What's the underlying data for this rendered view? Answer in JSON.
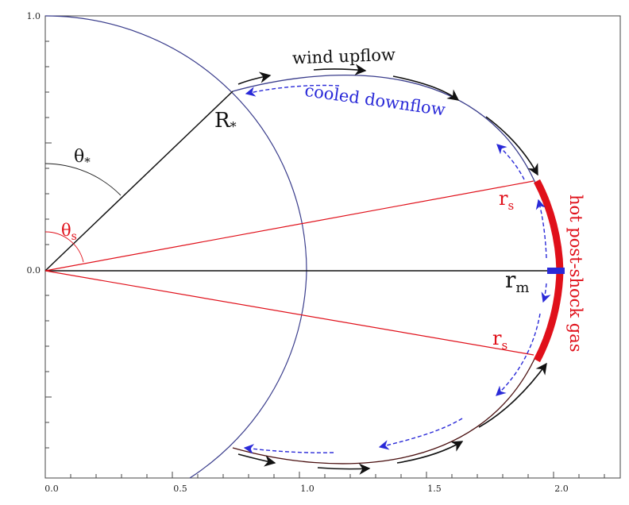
{
  "x_ticks": [
    "0.0",
    "0.5",
    "1.0",
    "1.5",
    "2.0"
  ],
  "y_ticks": [
    "1.0",
    "0.0"
  ],
  "labels": {
    "wind_upflow": "wind upflow",
    "cooled_downflow": "cooled downflow",
    "r_star": "R",
    "r_star_sub": "*",
    "theta_star": "θ",
    "theta_star_sub": "*",
    "theta_s": "θ",
    "theta_s_sub": "s",
    "r_s_upper": "r",
    "r_s_upper_sub": "s",
    "r_s_lower": "r",
    "r_s_lower_sub": "s",
    "r_m": "r",
    "r_m_sub": "m",
    "hot_gas": "hot post-shock gas"
  },
  "colors": {
    "star": "#3a3d8c",
    "red": "#e0101a",
    "blue": "#2a2ad8",
    "black": "#111111",
    "loop_lower": "#4a1010"
  }
}
